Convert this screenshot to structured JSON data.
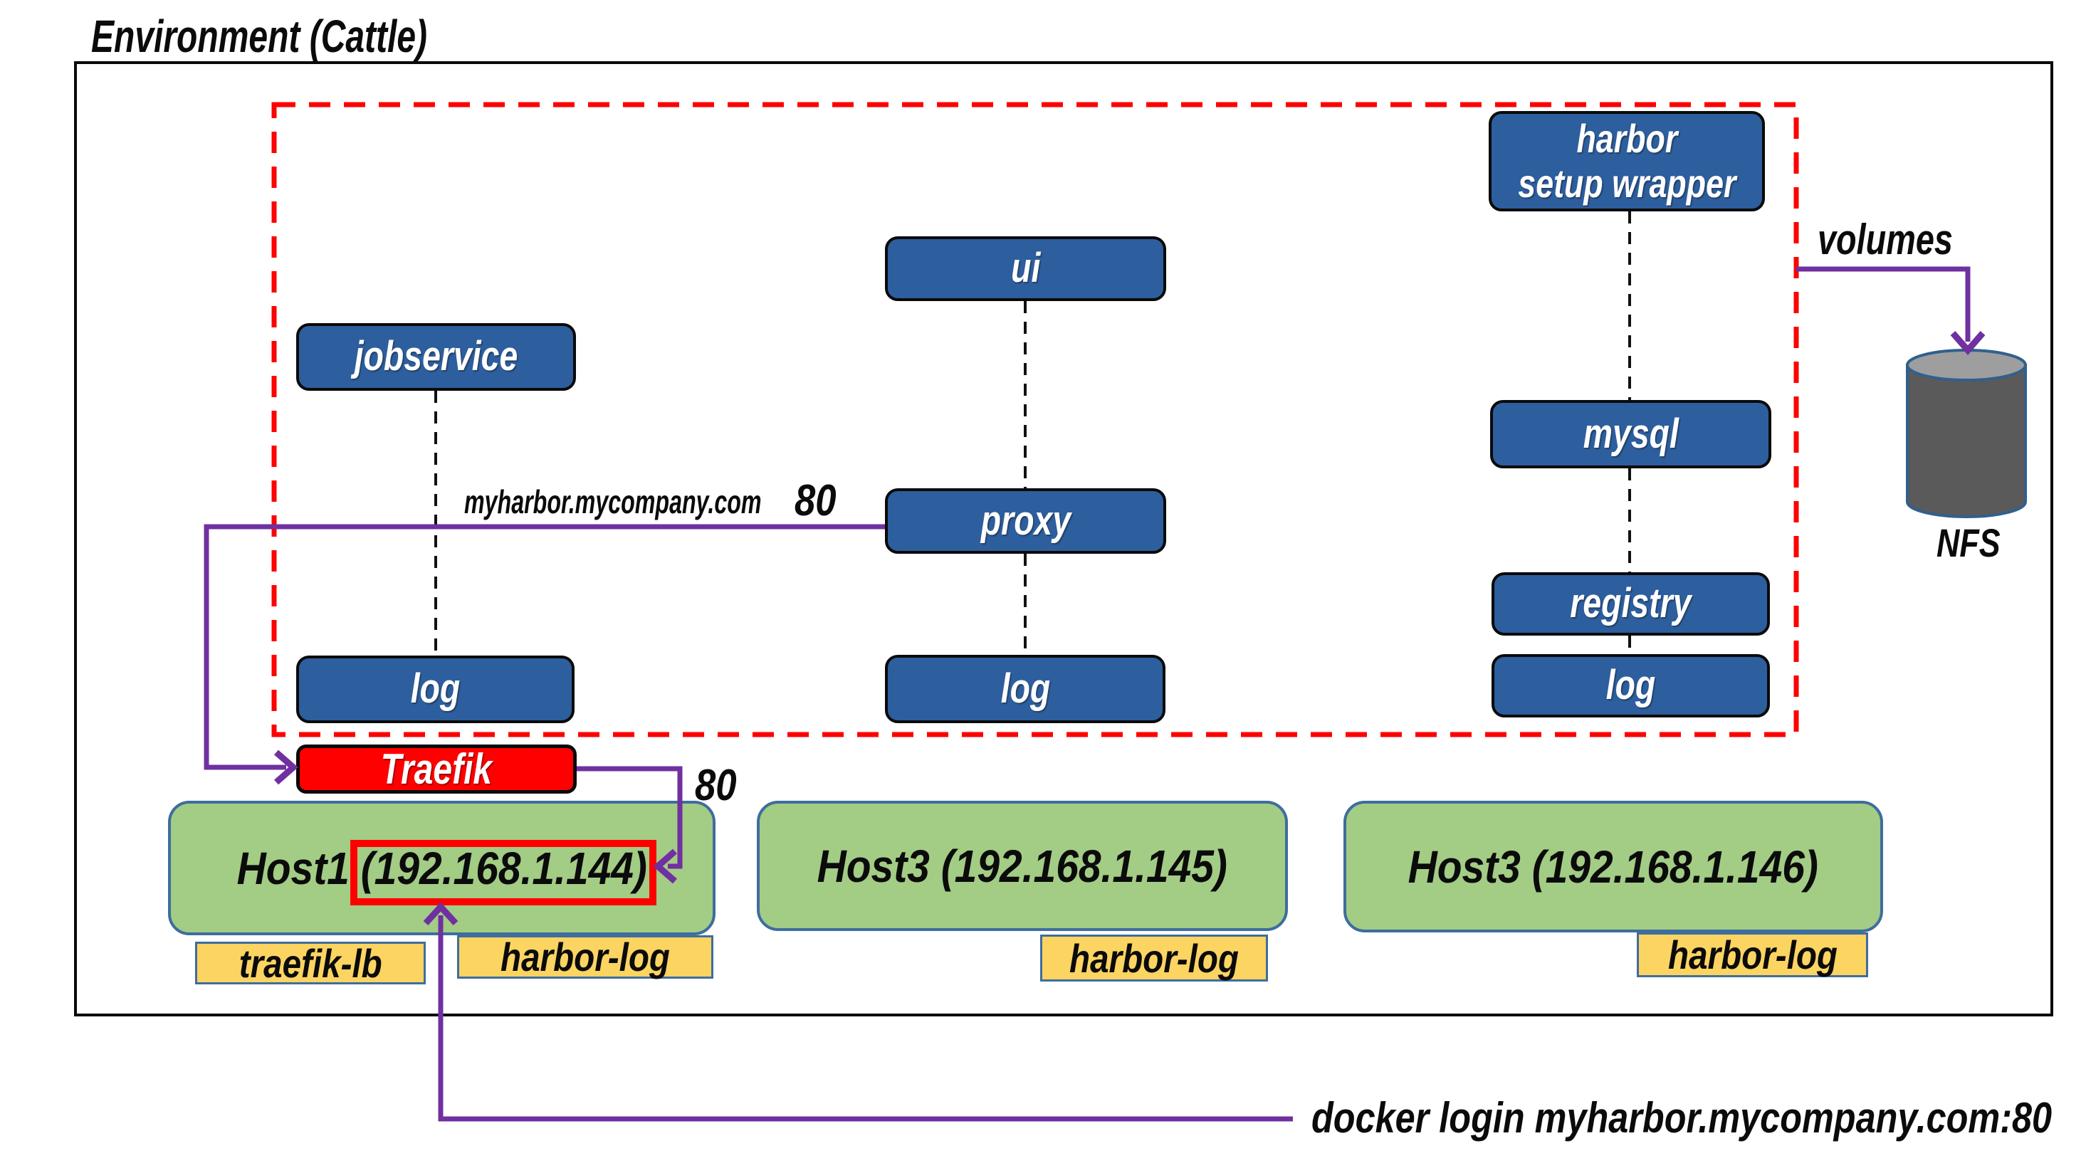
{
  "title": "Environment (Cattle)",
  "colors": {
    "service_fill": "#2D5E9E",
    "service_border": "#0A0A0A",
    "host_fill": "#A3CC85",
    "tag_fill": "#FCD462",
    "blue_border": "#3E6D9E",
    "traefik_fill": "#FE0000",
    "purple": "#7030A0",
    "dashed_region": "#FE0000"
  },
  "services": {
    "jobservice": "jobservice",
    "ui": "ui",
    "proxy": "proxy",
    "log_left": "log",
    "log_middle": "log",
    "log_right": "log",
    "wrapper_line1": "harbor",
    "wrapper_line2": "setup wrapper",
    "mysql": "mysql",
    "registry": "registry"
  },
  "load_balancer": {
    "label": "Traefik"
  },
  "hosts": [
    {
      "name": "Host1",
      "ip": "(192.168.1.144)",
      "tags": [
        "traefik-lb",
        "harbor-log"
      ]
    },
    {
      "label": "Host3 (192.168.1.145)",
      "tags": [
        "harbor-log"
      ]
    },
    {
      "label": "Host3 (192.168.1.146)",
      "tags": [
        "harbor-log"
      ]
    }
  ],
  "storage": {
    "label": "NFS"
  },
  "annotations": {
    "domain": "myharbor.mycompany.com",
    "proxy_port": "80",
    "traefik_port": "80",
    "volumes": "volumes",
    "docker_login": "docker login myharbor.mycompany.com:80"
  }
}
